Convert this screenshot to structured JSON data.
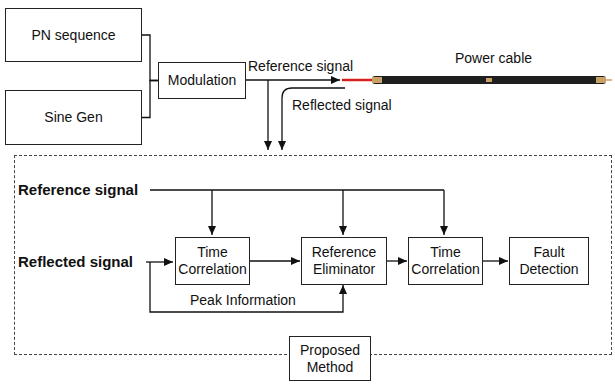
{
  "diagram": {
    "nodes": [
      {
        "text": [
          "PN sequence"
        ]
      },
      {
        "text": [
          "Sine Gen"
        ]
      },
      {
        "text": [
          "Modulation"
        ]
      },
      {
        "text": [
          "Proposed Method"
        ]
      },
      {
        "text": [
          "Time Correlation"
        ],
        "in": 3
      },
      {
        "text": [
          "Reference Eliminator"
        ],
        "in": 3
      },
      {
        "text": [
          "Time Correlation"
        ],
        "in": 3
      },
      {
        "text": [
          "Fault Detection"
        ],
        "in": 3
      }
    ],
    "edges": [
      {
        "from": 0,
        "to": 2,
        "arrow": "none"
      },
      {
        "from": 1,
        "to": 2,
        "arrow": "none"
      },
      {
        "from": 4,
        "to": 5,
        "arrow": "to"
      },
      {
        "from": 5,
        "to": 6,
        "arrow": "to"
      },
      {
        "from": 6,
        "to": 7,
        "arrow": "to"
      }
    ],
    "labels": [
      "Reference signal",
      "Power cable",
      "Reflected signal",
      "Reference signal",
      "Reflected signal",
      "Peak Information"
    ]
  }
}
